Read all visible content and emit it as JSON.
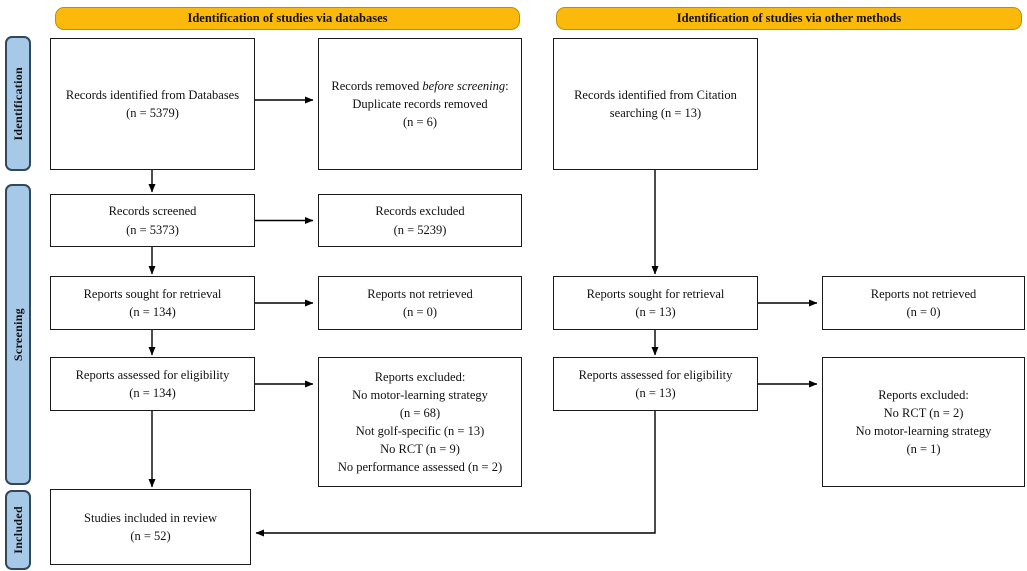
{
  "figure": {
    "headers": {
      "databases": "Identification of studies via databases",
      "other_methods": "Identification of studies via other methods"
    },
    "stages": [
      {
        "label": "Identification"
      },
      {
        "label": "Screening"
      },
      {
        "label": "Included"
      }
    ],
    "colors": {
      "header_fill": "#fbb90b",
      "header_border": "#bf8f00",
      "stage_fill": "#a7c9e8",
      "stage_border": "#31485c",
      "box_border": "#1a1a1a"
    }
  },
  "boxes": {
    "records_identified_db": {
      "lines": [
        "Records identified from Databases",
        "(n = 5379)"
      ]
    },
    "records_removed": {
      "line1": {
        "pre": "Records removed ",
        "italic": "before screening",
        "post": ":"
      },
      "lines": [
        "Duplicate records removed",
        "(n = 6)"
      ]
    },
    "records_screened": {
      "lines": [
        "Records screened",
        "(n = 5373)"
      ]
    },
    "records_excluded": {
      "lines": [
        "Records excluded",
        "(n = 5239)"
      ]
    },
    "reports_sought_db": {
      "lines": [
        "Reports sought for retrieval",
        "(n = 134)"
      ]
    },
    "reports_not_retrieved_db": {
      "lines": [
        "Reports not retrieved",
        "(n = 0)"
      ]
    },
    "reports_assessed_db": {
      "lines": [
        "Reports assessed for eligibility",
        "(n = 134)"
      ]
    },
    "reports_excluded_db": {
      "lines": [
        "Reports excluded:",
        "No motor-learning strategy",
        "(n = 68)",
        "Not golf-specific (n = 13)",
        "No RCT (n = 9)",
        "No performance assessed (n = 2)"
      ]
    },
    "studies_included": {
      "lines": [
        "Studies included in review",
        "(n = 52)"
      ]
    },
    "records_identified_citation": {
      "lines": [
        "Records identified from Citation",
        "searching (n = 13)"
      ]
    },
    "reports_sought_other": {
      "lines": [
        "Reports sought for retrieval",
        "(n = 13)"
      ]
    },
    "reports_not_retrieved_other": {
      "lines": [
        "Reports not retrieved",
        "(n = 0)"
      ]
    },
    "reports_assessed_other": {
      "lines": [
        "Reports assessed for eligibility",
        "(n = 13)"
      ]
    },
    "reports_excluded_other": {
      "lines": [
        "Reports excluded:",
        "No RCT (n = 2)",
        "No motor-learning strategy",
        "(n = 1)"
      ]
    }
  }
}
